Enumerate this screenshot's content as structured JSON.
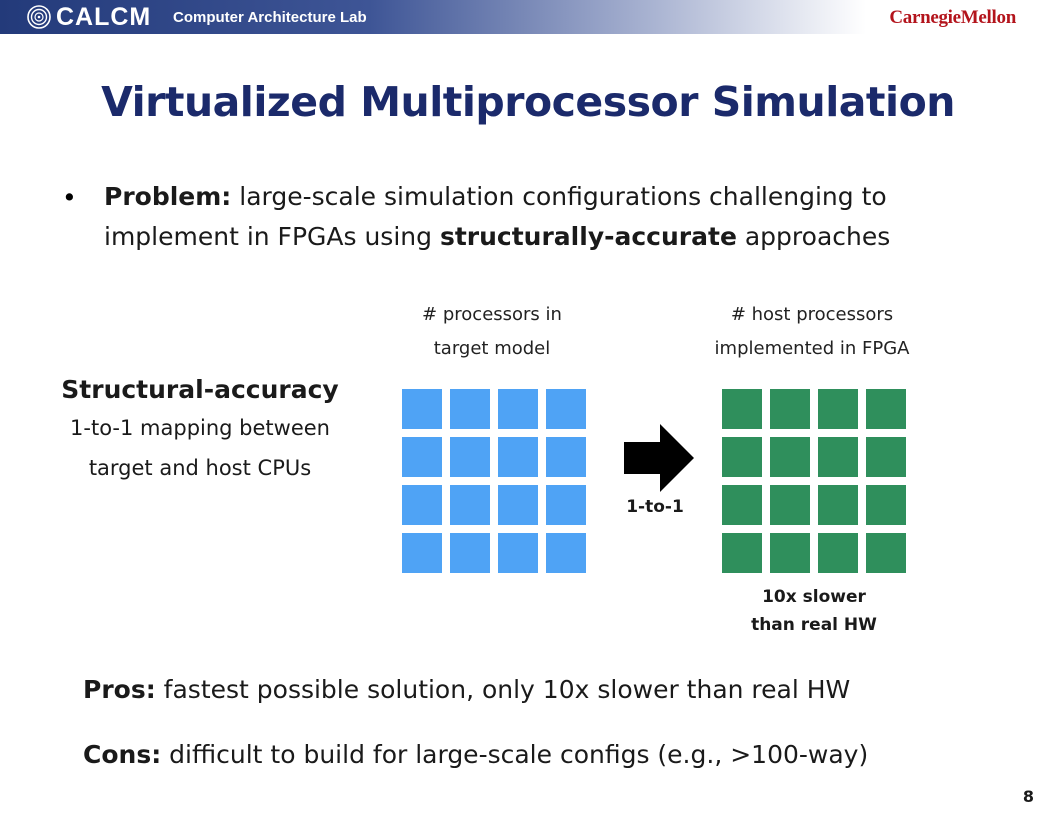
{
  "header": {
    "logo_text": "CALCM",
    "lab_name": "Computer Architecture Lab",
    "university": "CarnegieMellon"
  },
  "title": "Virtualized Multiprocessor Simulation",
  "bullet": {
    "label": "Problem:",
    "text_part1": "large-scale simulation configurations challenging to implement in FPGAs using",
    "emphasis": "structurally-accurate",
    "text_part2": "approaches"
  },
  "structural": {
    "heading": "Structural-accuracy",
    "description": "1-to-1 mapping between target and host CPUs"
  },
  "diagram": {
    "target_caption_line1": "# processors in",
    "target_caption_line2": "target model",
    "host_caption_line1": "# host processors",
    "host_caption_line2": "implemented in FPGA",
    "mapping_label": "1-to-1",
    "slow_line1": "10x slower",
    "slow_line2": "than real HW",
    "target_color": "#4fa3f5",
    "host_color": "#2f8f5c",
    "grid_rows": 4,
    "grid_cols": 4
  },
  "pros": {
    "label": "Pros:",
    "text": "fastest possible solution, only 10x slower than real HW"
  },
  "cons": {
    "label": "Cons:",
    "text": "difficult to build for large-scale configs (e.g., >100-way)"
  },
  "page_number": "8"
}
